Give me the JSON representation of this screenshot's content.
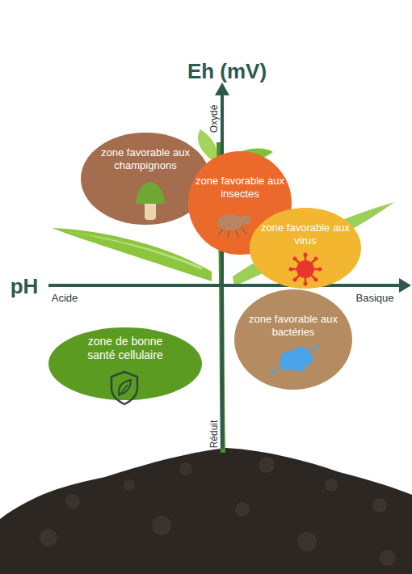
{
  "diagram": {
    "nodes": [
      {
        "text": [
          "zone favorable aux champignons"
        ]
      },
      {
        "text": [
          "zone favorable aux insectes"
        ]
      },
      {
        "text": [
          "zone favorable aux virus"
        ]
      },
      {
        "text": [
          "zone favorable aux bactéries"
        ]
      },
      {
        "text": [
          "zone de bonne santé cellulaire"
        ]
      }
    ],
    "labels": [
      "Eh (mV)",
      "Oxydé",
      "pH",
      "Acide",
      "Basique",
      "Réduit"
    ]
  }
}
